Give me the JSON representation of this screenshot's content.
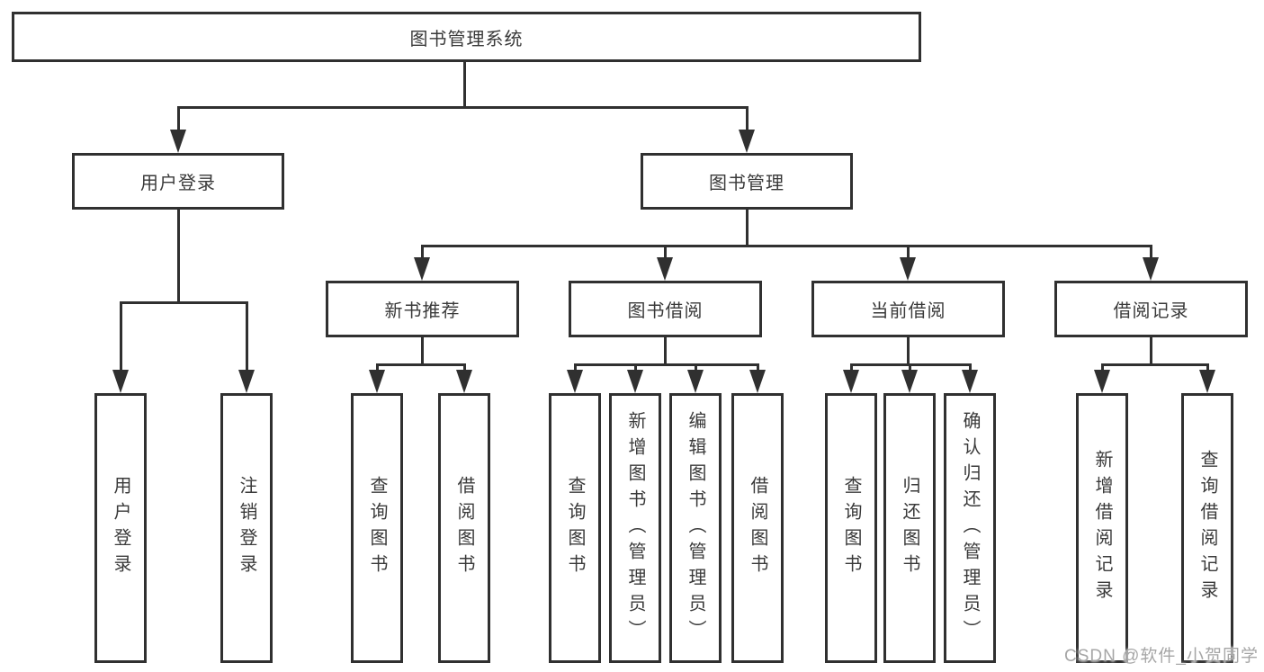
{
  "diagram": {
    "title": "图书管理系统",
    "root": {
      "label": "图书管理系统"
    },
    "level2": {
      "user_login": {
        "label": "用户登录"
      },
      "book_management": {
        "label": "图书管理"
      }
    },
    "level3": {
      "new_book_recommend": {
        "label": "新书推荐"
      },
      "book_borrow": {
        "label": "图书借阅"
      },
      "current_borrow": {
        "label": "当前借阅"
      },
      "borrow_records": {
        "label": "借阅记录"
      }
    },
    "leaves": {
      "user_login": [
        "用户登录",
        "注销登录"
      ],
      "new_book_recommend": [
        "查询图书",
        "借阅图书"
      ],
      "book_borrow": [
        "查询图书",
        "新增图书（管理员）",
        "编辑图书（管理员）",
        "借阅图书"
      ],
      "current_borrow": [
        "查询图书",
        "归还图书",
        "确认归还（管理员）"
      ],
      "borrow_records": [
        "新增借阅记录",
        "查询借阅记录"
      ]
    }
  },
  "watermark": {
    "text": "CSDN @软件_小贺同学"
  },
  "colors": {
    "line": "#303030",
    "box_border": "#303030",
    "text": "#3a3a3a",
    "watermark": "#a6a6a6",
    "background": "#ffffff"
  }
}
